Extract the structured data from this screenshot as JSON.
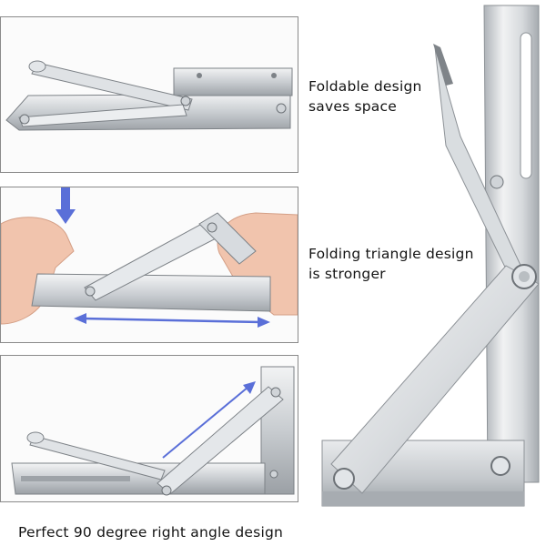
{
  "captions": {
    "foldable": [
      "Foldable design",
      "saves space"
    ],
    "triangle": [
      "Folding triangle design",
      "is stronger"
    ],
    "right_angle": "Perfect 90 degree right angle design"
  },
  "colors": {
    "steel_light": "#e8eaec",
    "steel_mid": "#c2c6ca",
    "steel_dark": "#8c9196",
    "arrow_blue": "#5a6fd8",
    "skin": "#f3c9b4",
    "panel_border": "#8a8a8a"
  },
  "icons": {
    "down_arrow": "down-arrow-icon",
    "double_arrow": "double-arrow-icon",
    "diagonal_arrow": "diagonal-arrow-icon"
  }
}
